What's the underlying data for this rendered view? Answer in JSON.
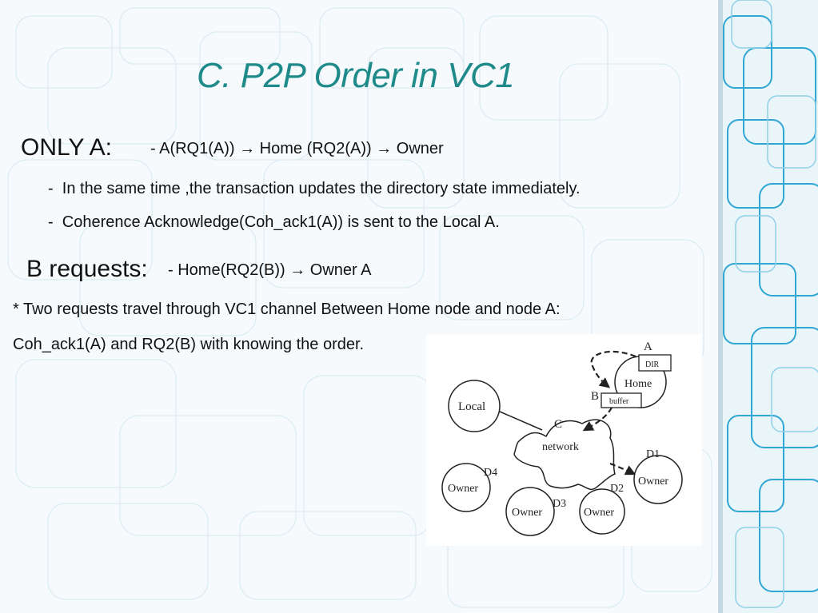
{
  "slide": {
    "title": "C. P2P Order in VC1",
    "only_a": {
      "label": "ONLY A:",
      "line1": "- A(RQ1(A)) → Home (RQ2(A)) → Owner",
      "bullets": [
        "In the same time ,the transaction updates the directory state immediately.",
        "Coherence Acknowledge(Coh_ack1(A)) is sent to the Local A."
      ],
      "bullet_marker": "-"
    },
    "b_requests": {
      "label": "B requests:",
      "line1": "- Home(RQ2(B)) → Owner A"
    },
    "note_line1": "* Two requests travel through VC1 channel Between Home node and node A:",
    "note_line2": "Coh_ack1(A) and RQ2(B) with knowing the order."
  },
  "diagram": {
    "labels": {
      "a": "A",
      "dir": "DIR",
      "home": "Home",
      "b": "B",
      "buffer": "buffer",
      "local": "Local",
      "c": "C",
      "network": "network",
      "d1": "D1",
      "d2": "D2",
      "d3": "D3",
      "d4": "D4",
      "owner": "Owner"
    }
  },
  "colors": {
    "title": "#1f8a8a",
    "background_lines_dark": "#3aa9cf",
    "background_lines_light": "#cfe7f1"
  }
}
